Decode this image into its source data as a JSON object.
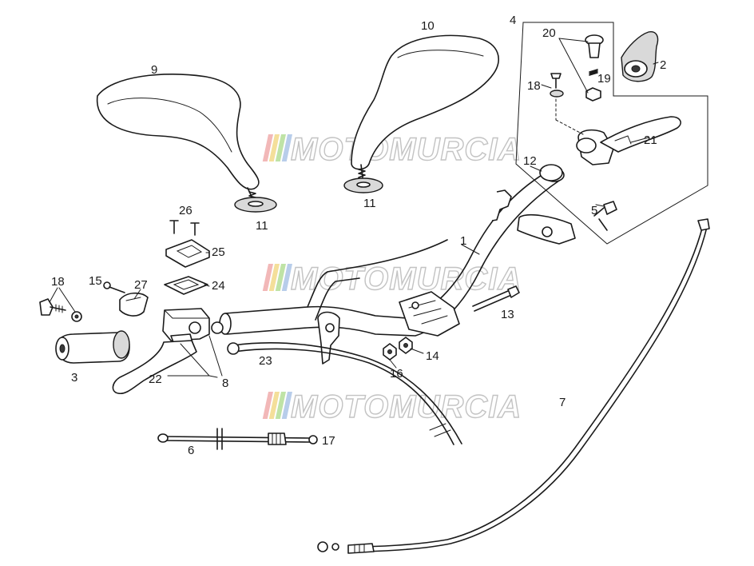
{
  "watermark": {
    "text": "MOTOMURCIA",
    "stripe_colors": [
      "#f2b8b8",
      "#f4df9a",
      "#bfe3a6",
      "#b8cdea"
    ]
  },
  "callouts": {
    "c1": "1",
    "c2": "2",
    "c3": "3",
    "c4": "4",
    "c5": "5",
    "c6": "6",
    "c7": "7",
    "c8": "8",
    "c9": "9",
    "c10": "10",
    "c11a": "11",
    "c11b": "11",
    "c12": "12",
    "c13": "13",
    "c14": "14",
    "c15": "15",
    "c16": "16",
    "c17": "17",
    "c18a": "18",
    "c18b": "18",
    "c19": "19",
    "c20": "20",
    "c21": "21",
    "c22": "22",
    "c23": "23",
    "c24": "24",
    "c25": "25",
    "c26": "26",
    "c27": "27"
  }
}
